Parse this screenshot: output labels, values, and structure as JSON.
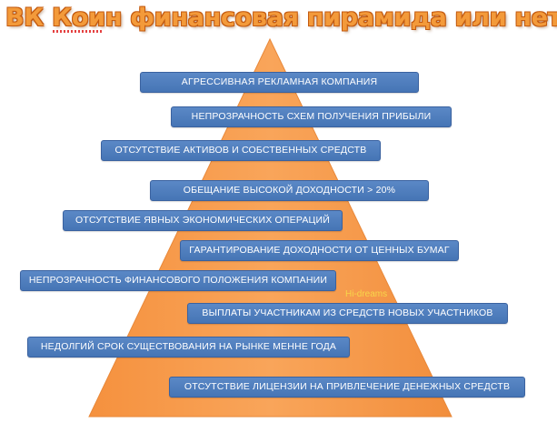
{
  "title": "ВК Коин финансовая пирамида или нет?",
  "overlay_text": "Hi-dreams",
  "colors": {
    "pyramid_fill": "#f79a4a",
    "box_fill": "#4f7fc0",
    "title_fill": "#f39a3a"
  },
  "levels": [
    "АГРЕССИВНАЯ РЕКЛАМНАЯ КОМПАНИЯ",
    "НЕПРОЗРАЧНОСТЬ СХЕМ ПОЛУЧЕНИЯ ПРИБЫЛИ",
    "ОТСУТСТВИЕ АКТИВОВ И СОБСТВЕННЫХ СРЕДСТВ",
    "ОБЕЩАНИЕ ВЫСОКОЙ ДОХОДНОСТИ > 20%",
    "ОТСУТСТВИЕ ЯВНЫХ ЭКОНОМИЧЕСКИХ ОПЕРАЦИЙ",
    "ГАРАНТИРОВАНИЕ  ДОХОДНОСТИ ОТ ЦЕННЫХ БУМАГ",
    "НЕПРОЗРАЧНОСТЬ  ФИНАНСОВОГО ПОЛОЖЕНИЯ КОМПАНИИ",
    "ВЫПЛАТЫ УЧАСТНИКАМ  ИЗ СРЕДСТВ НОВЫХ УЧАСТНИКОВ",
    "НЕДОЛГИЙ СРОК СУЩЕСТВОВАНИЯ  НА РЫНКЕ МЕННЕ ГОДА",
    "ОТСУТСТВИЕ ЛИЦЕНЗИИ  НА ПРИВЛЕЧЕНИЕ  ДЕНЕЖНЫХ  СРЕДСТВ"
  ]
}
